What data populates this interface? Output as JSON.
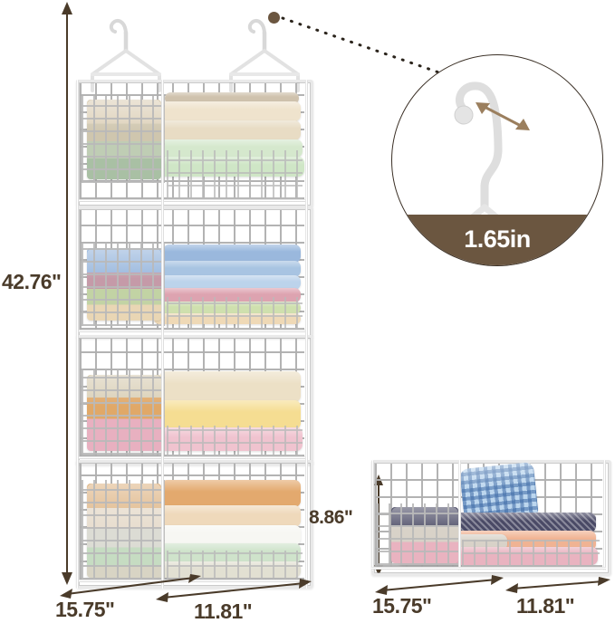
{
  "product": {
    "name": "hanging closet organizer",
    "color": "white wire",
    "unit_symbol": "\""
  },
  "dimensions": {
    "main_height": "42.76\"",
    "main_depth": "15.75\"",
    "main_width": "11.81\"",
    "basket_height": "8.86\"",
    "basket_depth": "15.75\"",
    "basket_width": "11.81\"",
    "hook_opening": "1.65in"
  },
  "callout": {
    "label": "1.65in",
    "subject": "hanger-hook-opening",
    "band_color": "#6b5640",
    "text_color": "#ffffff"
  },
  "colors": {
    "dimension_text": "#4a3b2a",
    "wire": "#ffffff",
    "background": "#ffffff",
    "accent_brown": "#6b5640",
    "arrow": "#4a3b2a"
  },
  "main_unit": {
    "tier_count": 4,
    "hanger_count": 2,
    "tiers": [
      {
        "index": 1,
        "name": "tier-1",
        "items": [
          {
            "color": "#ddd2bd",
            "label": "tan folded shirt"
          },
          {
            "color": "#efe3cd",
            "label": "beige folded shirt"
          },
          {
            "color": "#e8dcc4",
            "label": "cream folded shirt"
          },
          {
            "color": "#d5e8cd",
            "label": "light green folded shirt"
          },
          {
            "color": "#cfe6c6",
            "label": "mint folded shirt"
          }
        ]
      },
      {
        "index": 2,
        "name": "tier-2",
        "items": [
          {
            "color": "#9ab8dd",
            "label": "blue folded shirt"
          },
          {
            "color": "#a8c4e2",
            "label": "light blue folded shirt"
          },
          {
            "color": "#bcd3eb",
            "label": "pale blue folded shirt"
          },
          {
            "color": "#dda3b0",
            "label": "pink folded shirt"
          },
          {
            "color": "#cfe0ae",
            "label": "green folded shirt"
          },
          {
            "color": "#efd9b6",
            "label": "cream folded shirt"
          }
        ]
      },
      {
        "index": 3,
        "name": "tier-3",
        "items": [
          {
            "color": "#ece0c6",
            "label": "cream towel"
          },
          {
            "color": "#f5dd92",
            "label": "yellow towel"
          },
          {
            "color": "#f0c3cf",
            "label": "pink towel"
          }
        ]
      },
      {
        "index": 4,
        "name": "tier-4",
        "items": [
          {
            "color": "#e3a96e",
            "label": "orange folded shirt"
          },
          {
            "color": "#efd9bb",
            "label": "tan folded shirt"
          },
          {
            "color": "#f7f7f3",
            "label": "white folded shirt"
          },
          {
            "color": "#cfe3cb",
            "label": "mint folded shirt"
          },
          {
            "color": "#e2e0d2",
            "label": "grey folded shirt"
          }
        ]
      }
    ]
  },
  "single_basket": {
    "name": "single-wire-basket",
    "items": [
      {
        "color": "#9cc0e4",
        "label": "blue gingham shirt"
      },
      {
        "color": "#4a4a66",
        "label": "navy patterned shirt"
      },
      {
        "color": "#f0b393",
        "label": "peach folded shirt"
      },
      {
        "color": "#d8d2c8",
        "label": "grey folded shirt"
      },
      {
        "color": "#e9b3c0",
        "label": "pink folded shirt"
      }
    ]
  }
}
